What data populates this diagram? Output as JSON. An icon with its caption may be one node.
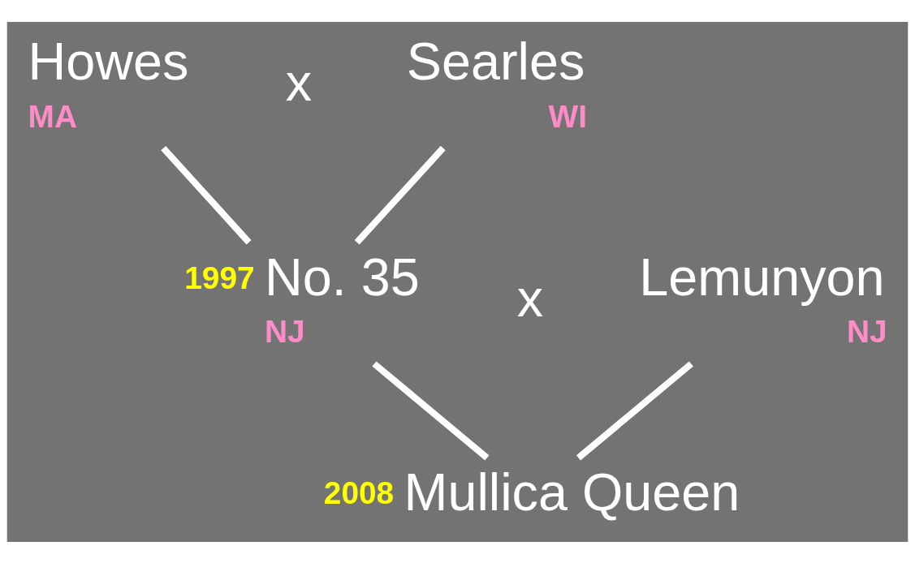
{
  "diagram": {
    "nodes": [
      {
        "text": [
          "Howes"
        ],
        "beside": [
          "MA"
        ]
      },
      {
        "text": [
          "Searles"
        ],
        "beside": [
          "WI"
        ]
      },
      {
        "text": [
          "No. 35"
        ],
        "beside": [
          "1997",
          "NJ"
        ]
      },
      {
        "text": [
          "Lemunyon"
        ],
        "beside": [
          "NJ"
        ]
      },
      {
        "text": [
          "Mullica Queen"
        ],
        "beside": [
          "2008"
        ]
      }
    ],
    "edges": [
      {
        "from": 0,
        "to": 2,
        "arrow": "none"
      },
      {
        "from": 1,
        "to": 2,
        "arrow": "none"
      },
      {
        "from": 2,
        "to": 4,
        "arrow": "none"
      },
      {
        "from": 3,
        "to": 4,
        "arrow": "none"
      }
    ],
    "labels": [
      "x",
      "x"
    ]
  }
}
